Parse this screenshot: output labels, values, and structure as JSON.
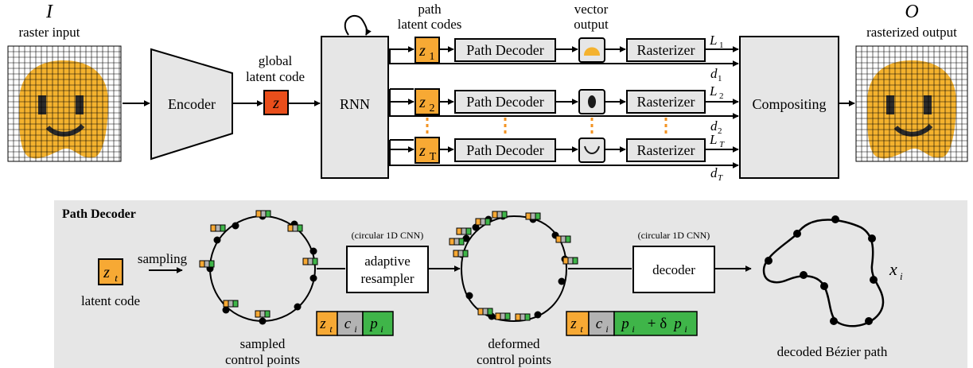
{
  "top": {
    "input_symbol": "I",
    "input_label": "raster input",
    "encoder_label": "Encoder",
    "global_code_label_1": "global",
    "global_code_label_2": "latent code",
    "global_code_symbol": "z",
    "rnn_label": "RNN",
    "path_codes_label_1": "path",
    "path_codes_label_2": "latent codes",
    "vector_output_label_1": "vector",
    "vector_output_label_2": "output",
    "rows": [
      {
        "z": "z",
        "z_sub": "1",
        "decoder": "Path Decoder",
        "rasterizer": "Rasterizer",
        "L": "L",
        "L_sub": "1",
        "d": "d",
        "d_sub": "1"
      },
      {
        "z": "z",
        "z_sub": "2",
        "decoder": "Path Decoder",
        "rasterizer": "Rasterizer",
        "L": "L",
        "L_sub": "2",
        "d": "d",
        "d_sub": "2"
      },
      {
        "z": "z",
        "z_sub": "T",
        "decoder": "Path Decoder",
        "rasterizer": "Rasterizer",
        "L": "L",
        "L_sub": "T",
        "d": "d",
        "d_sub": "T"
      }
    ],
    "compositing_label": "Compositing",
    "output_symbol": "O",
    "output_label": "rasterized output"
  },
  "bottom": {
    "title": "Path Decoder",
    "latent_symbol": "z",
    "latent_sub": "t",
    "latent_label": "latent code",
    "sampling_label": "sampling",
    "sampled_label_1": "sampled",
    "sampled_label_2": "control points",
    "cnn_note_1": "(circular 1D CNN)",
    "resampler_label_1": "adaptive",
    "resampler_label_2": "resampler",
    "deformed_label_1": "deformed",
    "deformed_label_2": "control points",
    "cnn_note_2": "(circular 1D CNN)",
    "decoder_label": "decoder",
    "path_symbol": "x",
    "path_sub": "i",
    "decoded_label": "decoded Bézier path",
    "feat1": {
      "z": "z",
      "z_sub": "t",
      "c": "c",
      "c_sub": "i",
      "p": "p",
      "p_sub": "i"
    },
    "feat2": {
      "z": "z",
      "z_sub": "t",
      "c": "c",
      "c_sub": "i",
      "p": "p",
      "p_sub": "i",
      "plus": " + δ",
      "p2": "p",
      "p2_sub": "i"
    }
  },
  "colors": {
    "orange_code": "#f7a934",
    "red_code": "#e94e1b",
    "face_yellow": "#f4b22e",
    "gray_feature": "#b3b3b3",
    "green_feature": "#3fb549",
    "dash_orange": "#f39322",
    "panel_bg": "#e6e6e6"
  }
}
